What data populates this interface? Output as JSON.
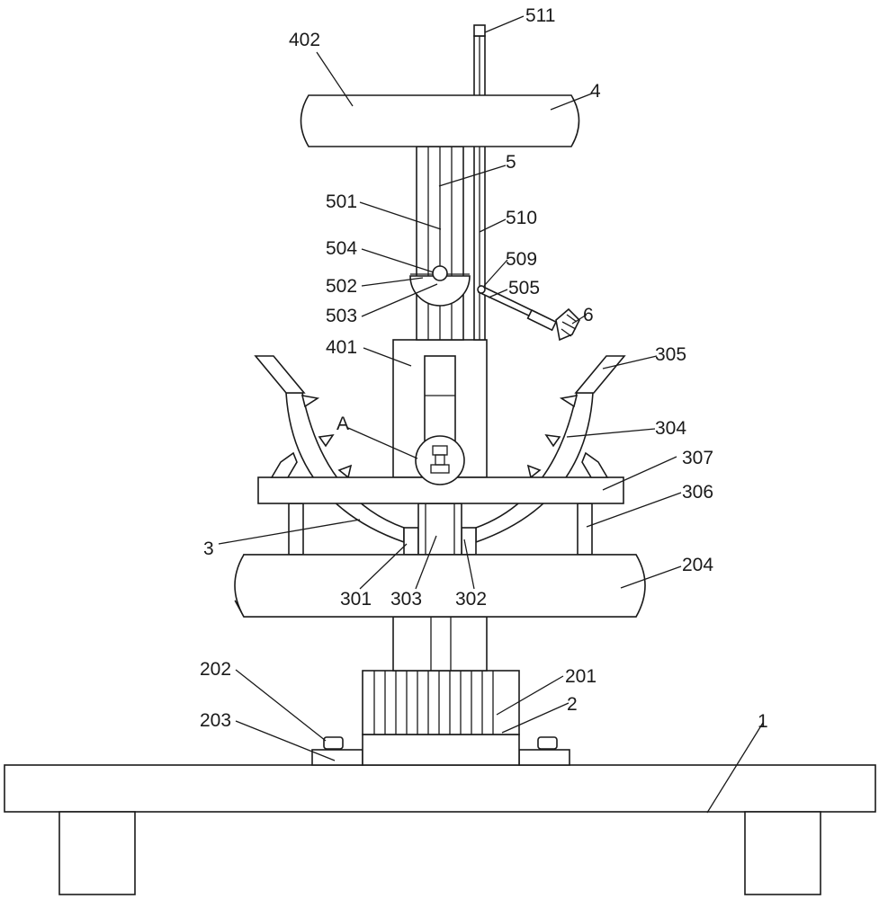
{
  "labels": {
    "l1": "1",
    "l2": "2",
    "l201": "201",
    "l202": "202",
    "l203": "203",
    "l204": "204",
    "l3": "3",
    "l301": "301",
    "l302": "302",
    "l303": "303",
    "l304": "304",
    "l305": "305",
    "l306": "306",
    "l307": "307",
    "l4": "4",
    "l401": "401",
    "l402": "402",
    "l5": "5",
    "l501": "501",
    "l502": "502",
    "l503": "503",
    "l504": "504",
    "l505": "505",
    "l509": "509",
    "l510": "510",
    "l511": "511",
    "l6": "6",
    "lA": "A"
  }
}
